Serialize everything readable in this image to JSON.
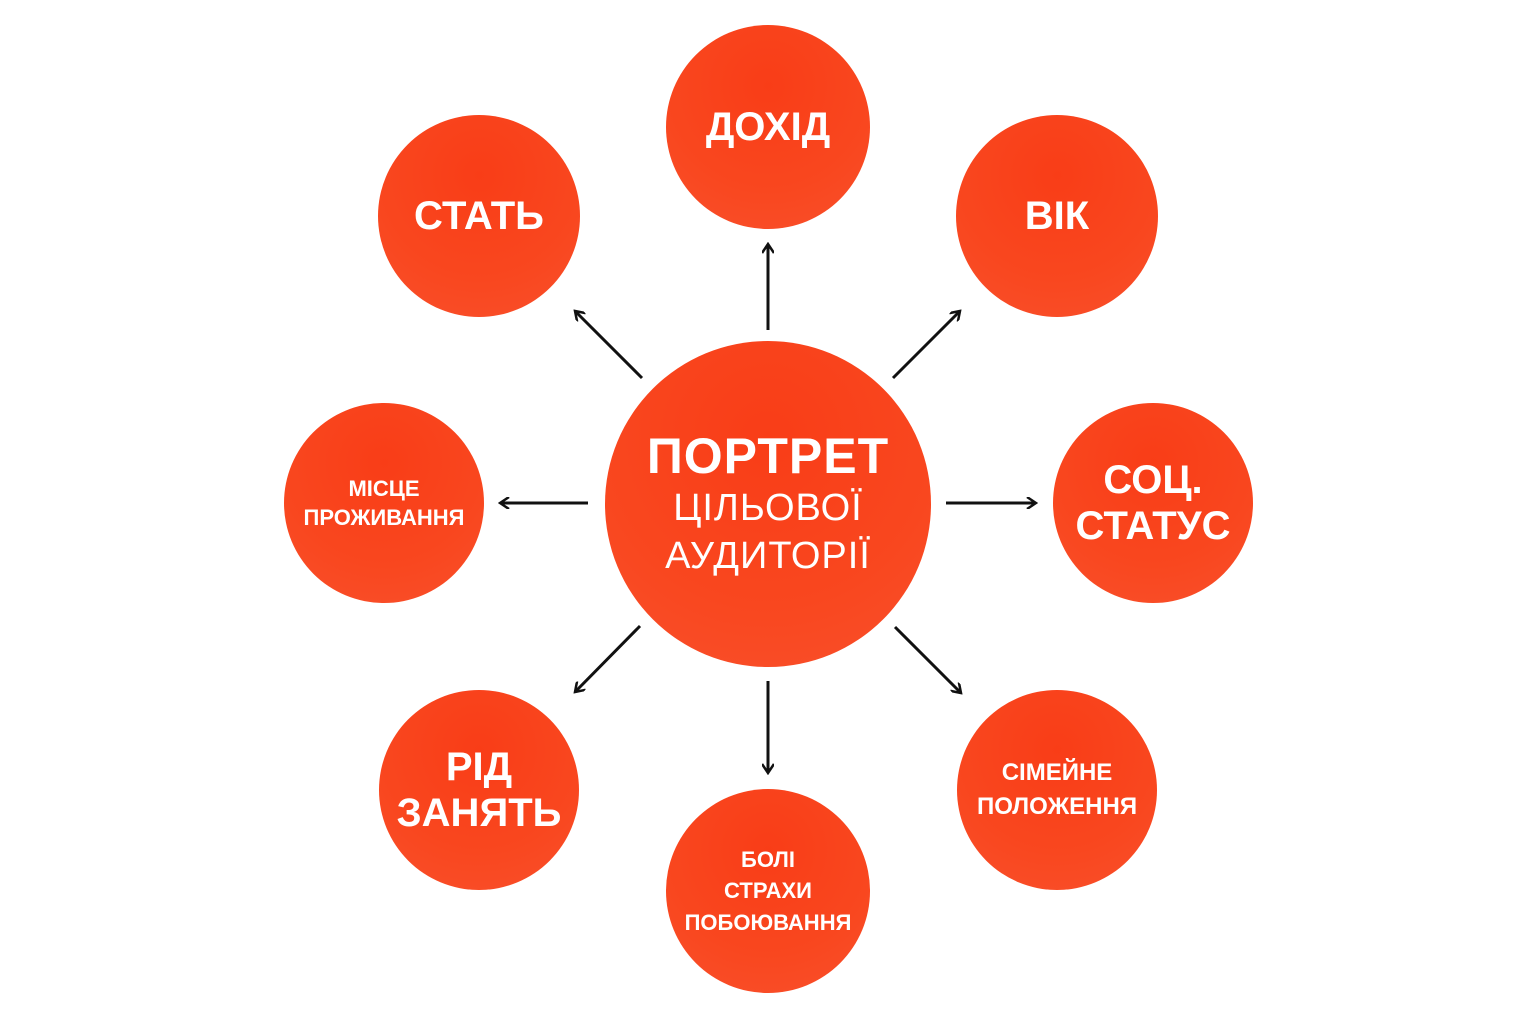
{
  "center": {
    "line1": "ПОРТРЕТ",
    "line2": "ЦІЛЬОВОЇ",
    "line3": "АУДИТОРІЇ"
  },
  "nodes": {
    "income": [
      "ДОХІД"
    ],
    "gender": [
      "СТАТЬ"
    ],
    "age": [
      "ВІК"
    ],
    "residence": [
      "МІСЦЕ",
      "ПРОЖИВАННЯ"
    ],
    "social_status": [
      "СОЦ.",
      "СТАТУС"
    ],
    "occupation": [
      "РІД",
      "ЗАНЯТЬ"
    ],
    "pains": [
      "БОЛІ",
      "СТРАХИ",
      "ПОБОЮВАННЯ"
    ],
    "family": [
      "СІМЕЙНЕ",
      "ПОЛОЖЕННЯ"
    ]
  },
  "colors": {
    "circle": "#F9471F",
    "arrow": "#111111",
    "background": "#FFFFFF"
  }
}
